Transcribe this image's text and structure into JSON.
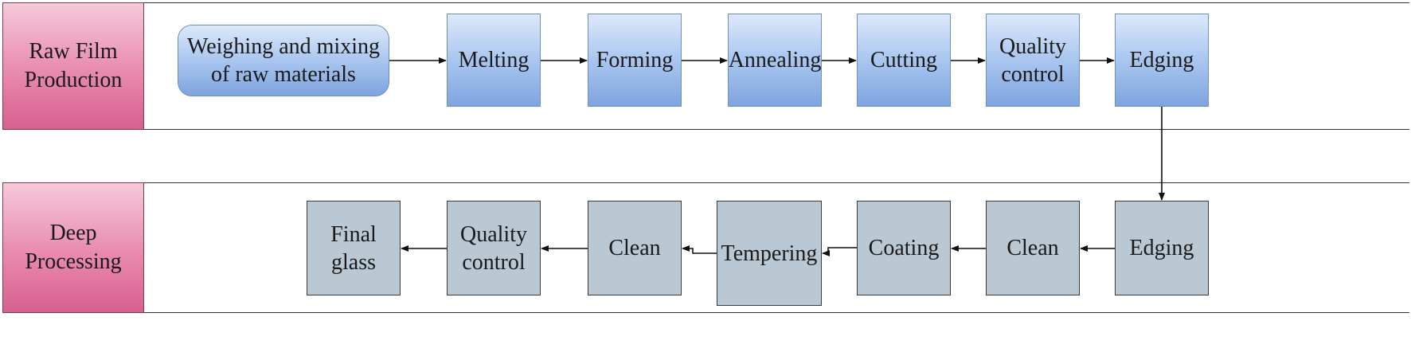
{
  "lanes": [
    {
      "label": "Raw Film\nProduction"
    },
    {
      "label": "Deep\nProcessing"
    }
  ],
  "row1": [
    "Weighing and mixing\nof raw materials",
    "Melting",
    "Forming",
    "Annealing",
    "Cutting",
    "Quality\ncontrol",
    "Edging"
  ],
  "row2": [
    "Edging",
    "Clean",
    "Coating",
    "Tempering",
    "Clean",
    "Quality\ncontrol",
    "Final\nglass"
  ],
  "colors": {
    "lane_tag": "#e88aae",
    "row1_fill": "#a9c6ef",
    "row2_fill": "#b9c8d2"
  }
}
